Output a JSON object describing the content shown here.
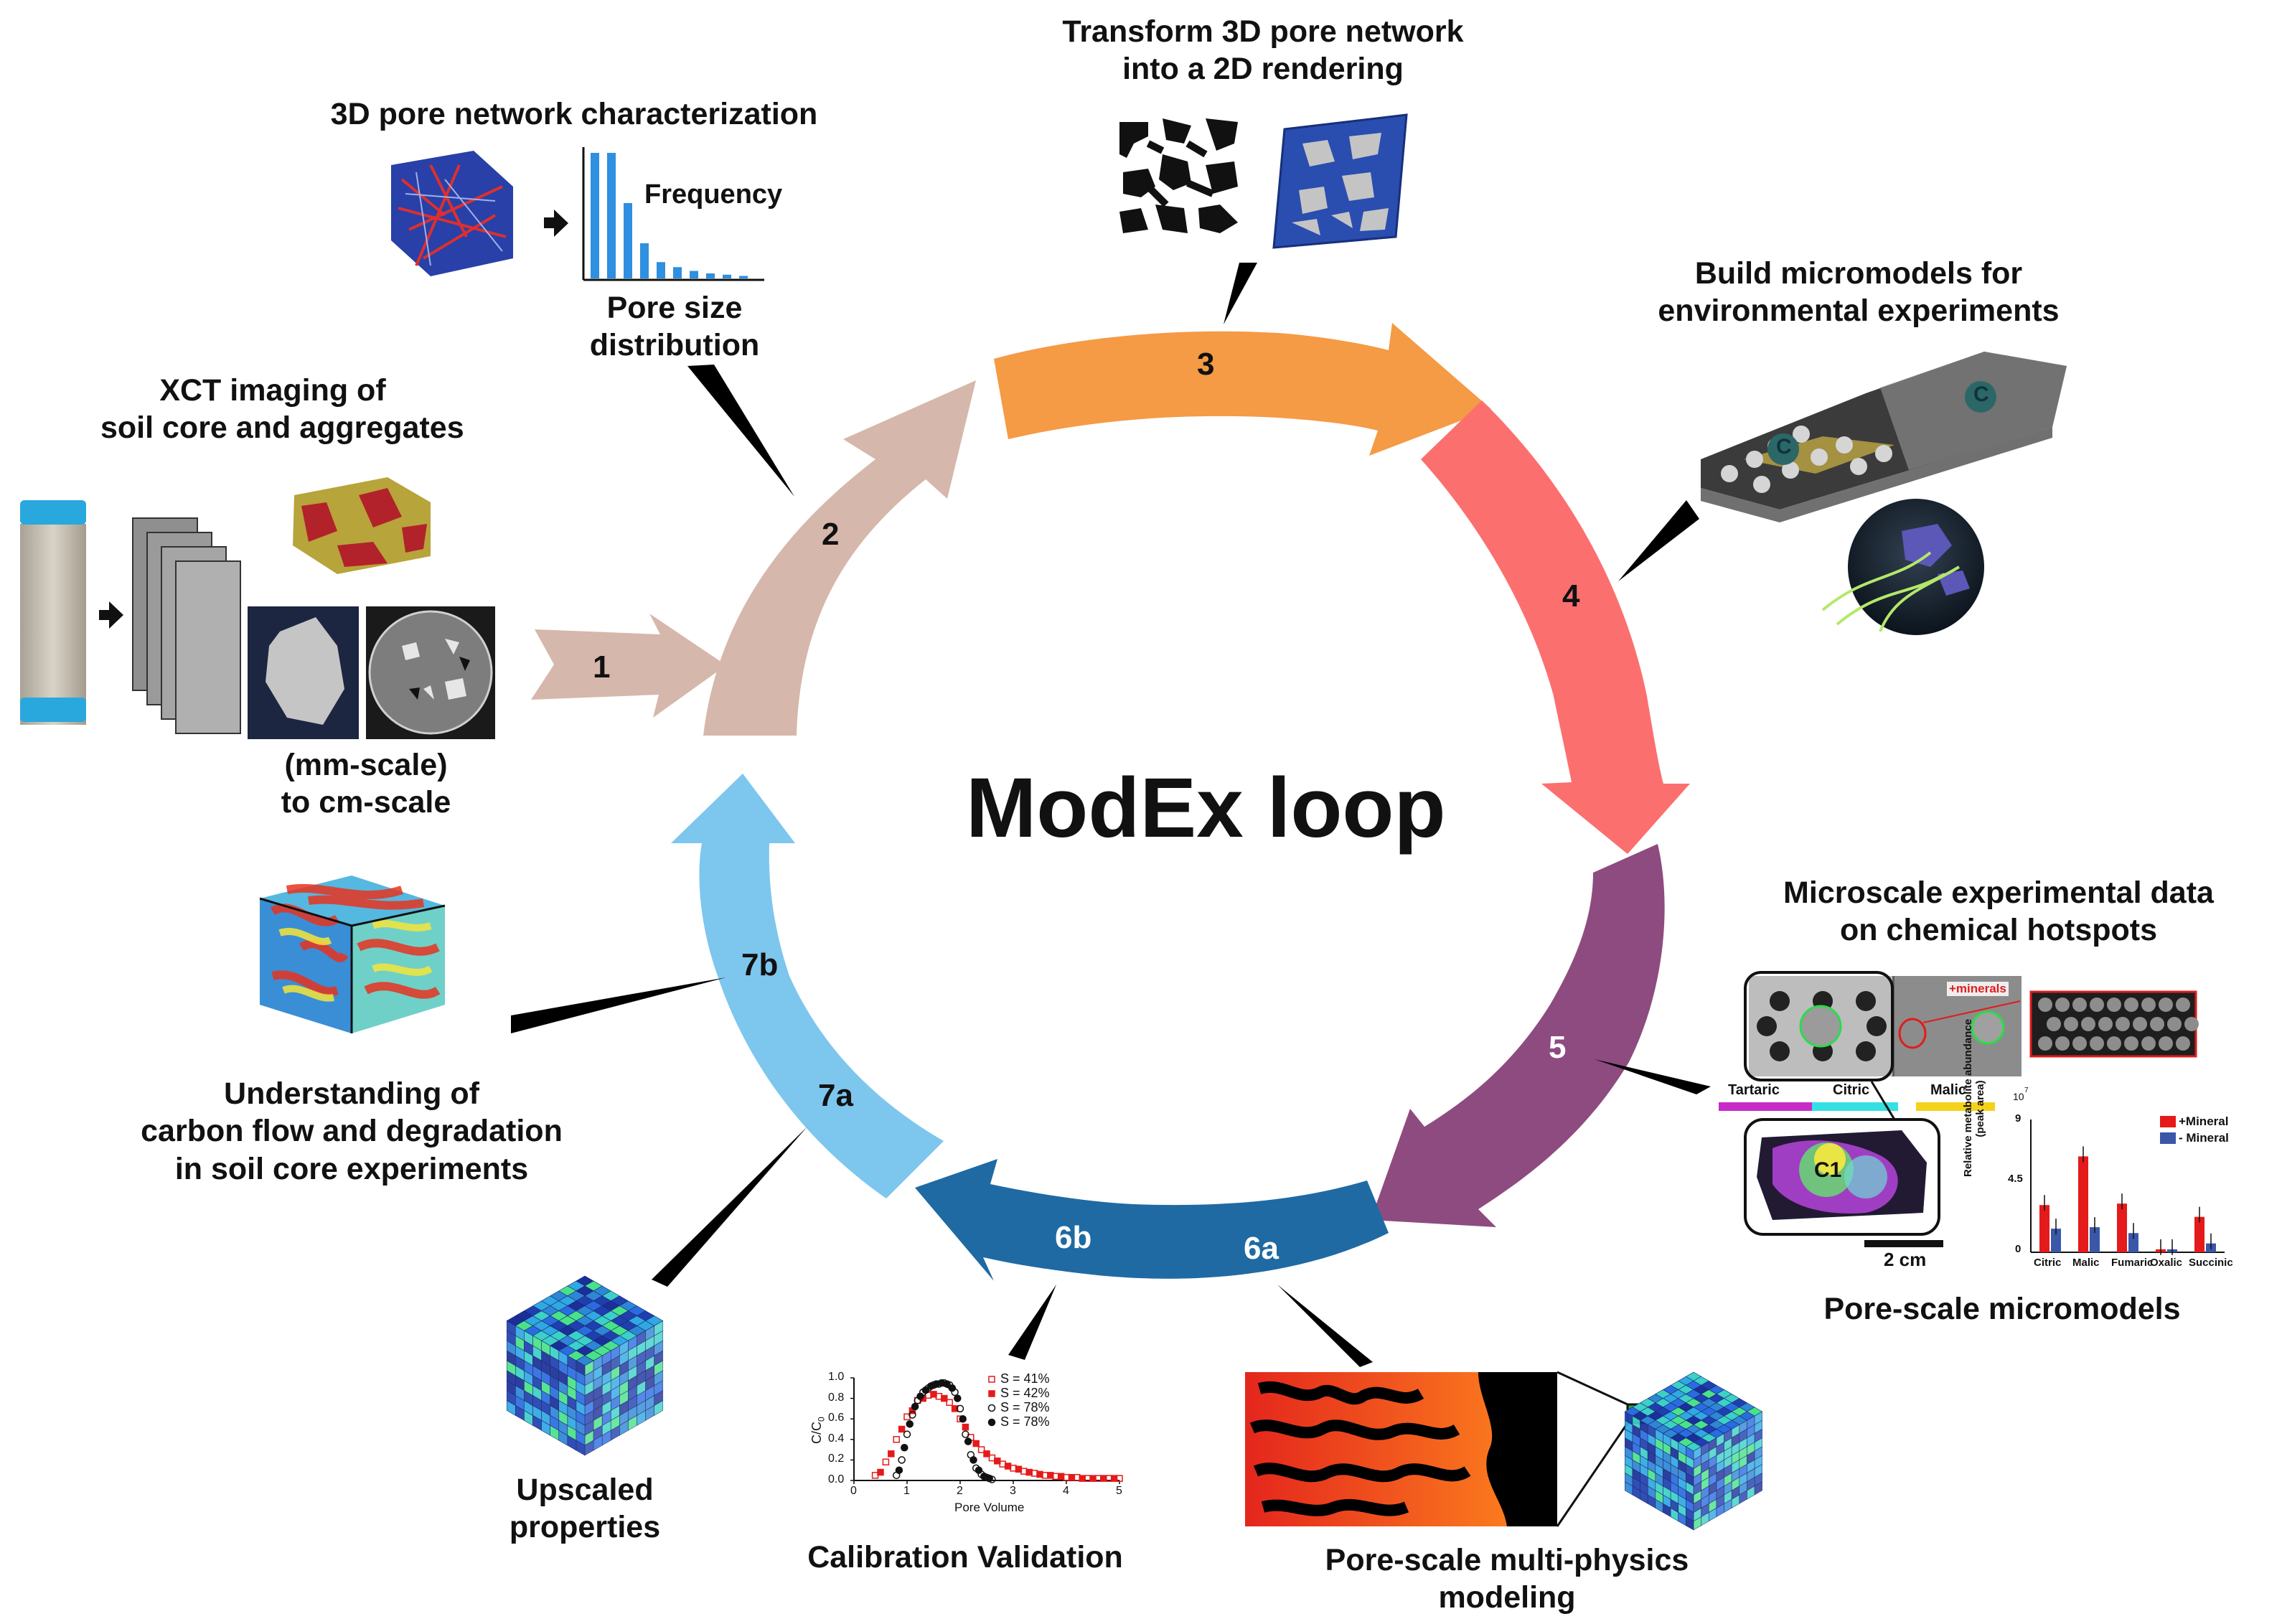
{
  "title": "ModEx loop",
  "steps": {
    "s1": "1",
    "s2": "2",
    "s3": "3",
    "s4": "4",
    "s5": "5",
    "s6a": "6a",
    "s6b": "6b",
    "s7a": "7a",
    "s7b": "7b"
  },
  "panels": {
    "xct": {
      "line1": "XCT imaging of",
      "line2": "soil core and aggregates",
      "scale1": "(mm-scale)",
      "scale2": "to cm-scale"
    },
    "pore3d": {
      "title": "3D pore network characterization",
      "freq": "Frequency",
      "dist1": "Pore size",
      "dist2": "distribution"
    },
    "transform": {
      "line1": "Transform 3D pore network",
      "line2": "into a 2D rendering"
    },
    "micromodels": {
      "line1": "Build micromodels for",
      "line2": "environmental experiments",
      "chamber": "C"
    },
    "microscale": {
      "line1": "Microscale experimental data",
      "line2": "on chemical hotspots",
      "minerals": "+minerals",
      "acids": [
        "Tartaric",
        "Citric",
        "Malic"
      ],
      "c1": "C1",
      "scalebar": "2 cm",
      "caption": "Pore-scale micromodels"
    },
    "barchart": {
      "ylabel1": "Relative metabolite abundance",
      "ylabel2": "(peak area)",
      "exponent": "10",
      "exp_power": "7",
      "ytick_top": "9",
      "ytick_mid": "4.5",
      "ytick_zero": "0",
      "legend": [
        "+Mineral",
        "- Mineral"
      ]
    },
    "multiphysics": {
      "line1": "Pore-scale multi-physics",
      "line2": "modeling"
    },
    "calibration": {
      "caption": "Calibration Validation",
      "xlabel": "Pore Volume",
      "ylabel": "C/C",
      "ylabel_sub": "0"
    },
    "upscaled": {
      "line1": "Upscaled",
      "line2": "properties"
    },
    "understanding": {
      "line1": "Understanding of",
      "line2": "carbon flow and degradation",
      "line3": "in soil core experiments"
    }
  },
  "chart_data": [
    {
      "type": "bar",
      "title": "",
      "xlabel": "",
      "ylabel": "Relative metabolite abundance (peak area)",
      "categories": [
        "Citric",
        "Malic",
        "Fumaric",
        "Oxalic",
        "Succinic"
      ],
      "series": [
        {
          "name": "+Mineral",
          "values": [
            3.2,
            6.5,
            3.3,
            0.2,
            2.4
          ]
        },
        {
          "name": "- Mineral",
          "values": [
            1.6,
            1.7,
            1.3,
            0.2,
            0.6
          ]
        }
      ],
      "ylim": [
        0,
        9
      ],
      "legend": "top-right",
      "colors": [
        "#e51a1a",
        "#3a57a8"
      ]
    },
    {
      "type": "scatter",
      "title": "",
      "xlabel": "Pore Volume",
      "ylabel": "C/C0",
      "xlim": [
        0,
        5
      ],
      "ylim": [
        0,
        1.0
      ],
      "legend": "top-right",
      "series": [
        {
          "name": "S = 41%",
          "x": [
            0.4,
            0.6,
            0.8,
            1.0,
            1.2,
            1.4,
            1.6,
            1.8,
            2.0,
            2.2,
            2.4,
            2.6,
            2.8,
            3.0,
            3.2,
            3.4,
            3.6,
            3.8,
            4.0,
            4.2,
            4.4,
            4.6,
            4.8,
            5.0
          ],
          "y": [
            0.05,
            0.18,
            0.4,
            0.62,
            0.78,
            0.83,
            0.82,
            0.76,
            0.6,
            0.42,
            0.3,
            0.22,
            0.16,
            0.12,
            0.09,
            0.07,
            0.05,
            0.04,
            0.03,
            0.03,
            0.02,
            0.02,
            0.02,
            0.02
          ]
        },
        {
          "name": "S = 42%",
          "x": [
            0.5,
            0.7,
            0.9,
            1.1,
            1.3,
            1.5,
            1.7,
            1.9,
            2.1,
            2.3,
            2.5,
            2.7,
            2.9,
            3.1,
            3.3,
            3.5,
            3.7,
            3.9,
            4.1,
            4.3,
            4.5,
            4.7,
            4.9
          ],
          "y": [
            0.08,
            0.26,
            0.5,
            0.68,
            0.8,
            0.84,
            0.8,
            0.7,
            0.52,
            0.36,
            0.26,
            0.19,
            0.14,
            0.11,
            0.08,
            0.06,
            0.05,
            0.04,
            0.03,
            0.02,
            0.02,
            0.02,
            0.02
          ]
        },
        {
          "name": "S = 78%",
          "x": [
            0.8,
            0.9,
            1.0,
            1.1,
            1.2,
            1.3,
            1.4,
            1.5,
            1.6,
            1.7,
            1.8,
            1.9,
            2.0,
            2.1,
            2.2,
            2.3,
            2.4,
            2.5,
            2.6
          ],
          "y": [
            0.05,
            0.2,
            0.45,
            0.64,
            0.78,
            0.86,
            0.9,
            0.93,
            0.94,
            0.95,
            0.93,
            0.86,
            0.7,
            0.45,
            0.25,
            0.12,
            0.06,
            0.03,
            0.01
          ]
        },
        {
          "name": "S = 78%",
          "x": [
            0.85,
            0.95,
            1.05,
            1.15,
            1.25,
            1.35,
            1.45,
            1.55,
            1.65,
            1.75,
            1.85,
            1.95,
            2.05,
            2.15,
            2.25,
            2.35,
            2.45,
            2.55
          ],
          "y": [
            0.1,
            0.32,
            0.55,
            0.72,
            0.82,
            0.88,
            0.92,
            0.94,
            0.95,
            0.94,
            0.9,
            0.8,
            0.6,
            0.38,
            0.2,
            0.1,
            0.04,
            0.02
          ]
        }
      ]
    },
    {
      "type": "bar",
      "title": "",
      "xlabel": "",
      "ylabel": "",
      "categories": [
        "1",
        "2",
        "3",
        "4",
        "5",
        "6",
        "7",
        "8",
        "9",
        "10"
      ],
      "values": [
        100,
        100,
        60,
        28,
        13,
        9,
        6,
        4,
        3,
        2
      ]
    }
  ],
  "colors": {
    "a1": "#d6b7ab",
    "a2": "#d6b7ab",
    "a3": "#f59a45",
    "a4": "#fc6f6f",
    "a5": "#8e4b80",
    "a6": "#1f6aa3",
    "a7": "#7dc6ee",
    "a7b": "#6fbfea"
  }
}
